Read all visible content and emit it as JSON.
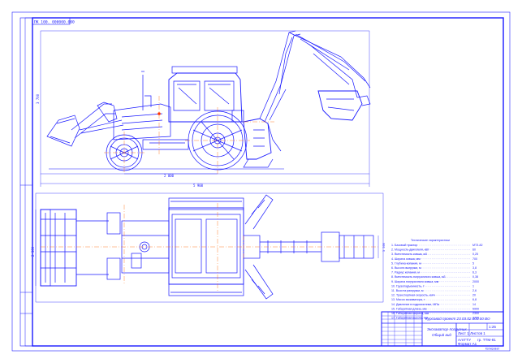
{
  "drawing": {
    "top_stamp": "ПК 100. 000000.000",
    "dim_track": "2 000",
    "dim_total": "5 900",
    "dim_height": "3 700",
    "dim_width": "2 300",
    "dim_plan_length": "5 500",
    "spec_title": "Технические характеристики",
    "spec_rows": [
      {
        "label": "Базовый трактор",
        "value": "МТЗ-82"
      },
      {
        "label": "Мощность двигателя, кВт",
        "value": "60"
      },
      {
        "label": "Вместимость ковша, м3",
        "value": "0,25"
      },
      {
        "label": "Ширина ковша, мм",
        "value": "700"
      },
      {
        "label": "Глубина копания, м",
        "value": "5"
      },
      {
        "label": "Высота выгрузки, м",
        "value": "3,8"
      },
      {
        "label": "Радиус копания, м",
        "value": "6,3"
      },
      {
        "label": "Вместимость погрузочного ковша, м3",
        "value": "0,38"
      },
      {
        "label": "Ширина погрузочного ковша, мм",
        "value": "2000"
      },
      {
        "label": "Грузоподъемность, т",
        "value": "1"
      },
      {
        "label": "Высота разгрузки, м",
        "value": "2,6"
      },
      {
        "label": "Транспортная скорость, км/ч",
        "value": "20"
      },
      {
        "label": "Масса экскаватора, т",
        "value": "6,8"
      },
      {
        "label": "Давление в гидросистеме, МПа",
        "value": "14"
      },
      {
        "label": "Габаритная длина, мм",
        "value": "5900"
      },
      {
        "label": "Габаритная ширина, мм",
        "value": "2300"
      },
      {
        "label": "Габаритная высота, мм",
        "value": "3700"
      }
    ],
    "title_doc_code": "Курсовой проект 23.03.02.000.00 ВО",
    "title_name_1": "Экскаватор-погрузчик",
    "title_name_2": "Общий вид",
    "title_scale": "1:25",
    "title_sheet": "Лист 1 Листов 1",
    "title_org": "АлтГТУ",
    "title_group": "гр. ТТМ-81",
    "title_format": "Формат А1",
    "bottom_copied": "Копировал"
  }
}
